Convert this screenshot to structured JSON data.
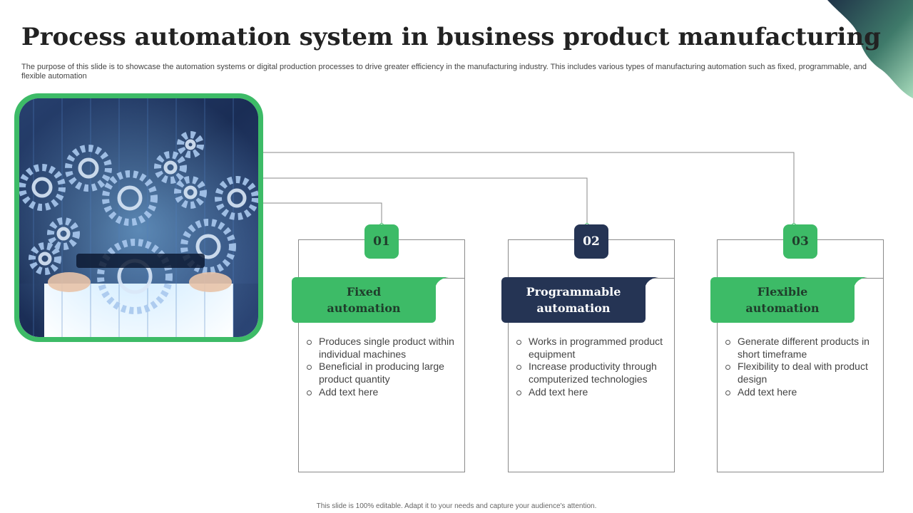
{
  "slide": {
    "title": "Process automation system in business product manufacturing",
    "subtitle": "The purpose of this slide is to showcase the automation systems or digital production processes to drive greater efficiency in the manufacturing industry. This includes various types of manufacturing automation such as fixed, programmable, and flexible automation",
    "footer": "This slide is 100% editable. Adapt it to your needs and capture your audience's attention."
  },
  "colors": {
    "green": "#3dbb67",
    "navy": "#253454",
    "border": "#8a8a8a"
  },
  "cards": [
    {
      "number": "01",
      "label_line1": "Fixed",
      "label_line2": "automation",
      "bullets": [
        "Produces single product within individual machines",
        "Beneficial in producing large product quantity",
        "Add text here"
      ]
    },
    {
      "number": "02",
      "label_line1": "Programmable",
      "label_line2": "automation",
      "bullets": [
        "Works in programmed product equipment",
        "Increase productivity through computerized technologies",
        "Add text here"
      ]
    },
    {
      "number": "03",
      "label_line1": "Flexible",
      "label_line2": "automation",
      "bullets": [
        "Generate different products in short timeframe",
        "Flexibility to deal with product design",
        "Add text here"
      ]
    }
  ],
  "image": {
    "icon": "gears-hologram-photo"
  }
}
